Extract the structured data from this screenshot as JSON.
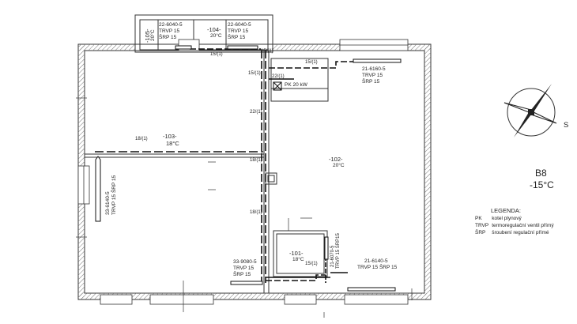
{
  "rooms": {
    "r103": {
      "number": "-103-",
      "temp": "18°C"
    },
    "r102": {
      "number": "-102-",
      "temp": "20°C"
    },
    "r101": {
      "number": "-101-",
      "temp": "18°C"
    },
    "r104": {
      "number": "-104-",
      "temp": "20°C"
    },
    "r105": {
      "number": "-105-",
      "temp": "20°C"
    }
  },
  "radiators": {
    "rad_top_left": {
      "type": "22-6040-5",
      "trvp": "TRVP 15",
      "srp": "ŠRP  15"
    },
    "rad_top_right": {
      "type": "22-6040-5",
      "trvp": "TRVP 15",
      "srp": "ŠRP  15"
    },
    "rad_east_upper": {
      "type": "21-6160-5",
      "trvp": "TRVP 15",
      "srp": "ŠRP  15"
    },
    "rad_west": {
      "type": "33-6140-5",
      "trvp": "TRVP 15  ŠRP 15"
    },
    "rad_bottom_mid": {
      "type": "33-9080-5",
      "trvp": "TRVP 15",
      "srp": "ŠRP  15"
    },
    "rad_bottom_right": {
      "type": "21-6140-5",
      "trvp": "TRVP 15  ŠRP 15"
    },
    "rad_small_101": {
      "type": "21-6070-5",
      "trvp": "TRVP 15  ŠRP15"
    }
  },
  "pipes": {
    "p1": "15/(1)",
    "p2": "15/(1)",
    "p3": "15/(1)",
    "p4": "15/(1)",
    "p5": "22/(1)",
    "p6": "22/(1)",
    "p7": "18/(1)",
    "p8": "18/(1)",
    "p9": "18/(1)",
    "p10": "15/(1)"
  },
  "boiler": {
    "label": "PK 20 kW"
  },
  "compass": {
    "direction": "S",
    "icon": "north-arrow-icon"
  },
  "design": {
    "zone": "B8",
    "outdoor_temp": "-15°C"
  },
  "legend": {
    "title": "LEGENDA:",
    "rows": [
      {
        "abbr": "PK",
        "desc": "kotel plynový"
      },
      {
        "abbr": "TRVP",
        "desc": "termoregulační ventil přímý"
      },
      {
        "abbr": "ŠRP",
        "desc": "šroubení regulační přímé"
      }
    ]
  }
}
